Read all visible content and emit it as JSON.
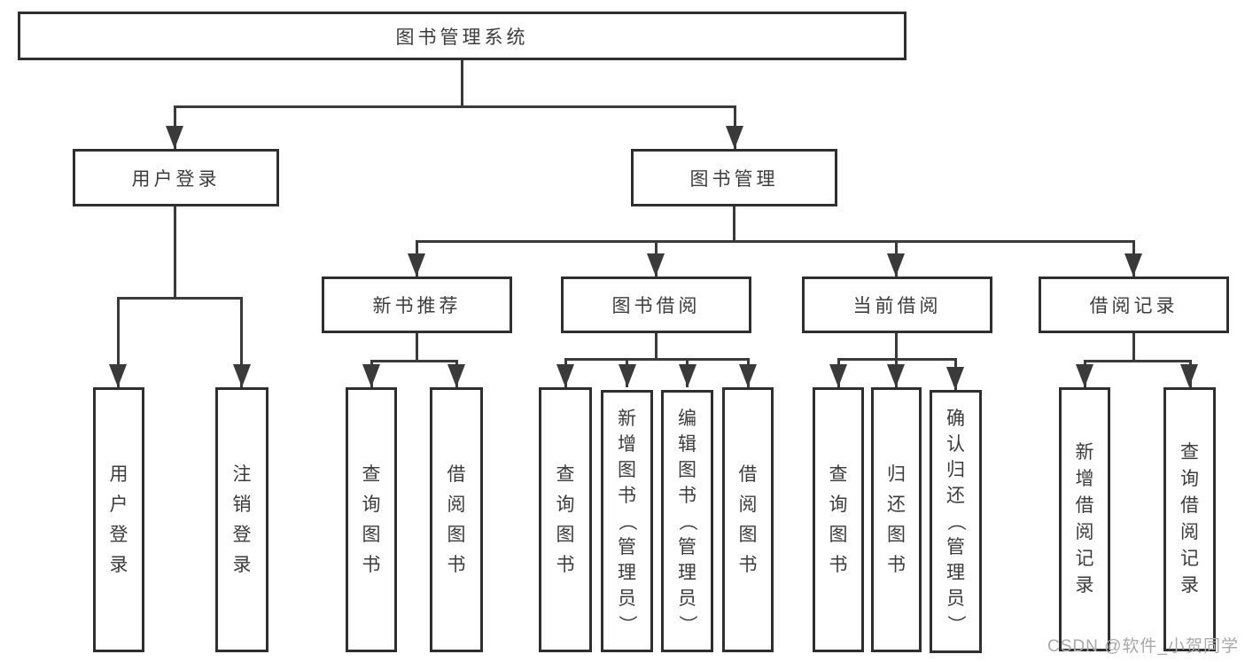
{
  "tree": {
    "root": {
      "label": "图书管理系统"
    },
    "branches": [
      {
        "label": "用户登录",
        "children": [
          {
            "label": "用户登录"
          },
          {
            "label": "注销登录"
          }
        ]
      },
      {
        "label": "图书管理",
        "children": [
          {
            "label": "新书推荐",
            "children": [
              {
                "label": "查询图书"
              },
              {
                "label": "借阅图书"
              }
            ]
          },
          {
            "label": "图书借阅",
            "children": [
              {
                "label": "查询图书"
              },
              {
                "label": "新增图书（管理员）"
              },
              {
                "label": "编辑图书（管理员）"
              },
              {
                "label": "借阅图书"
              }
            ]
          },
          {
            "label": "当前借阅",
            "children": [
              {
                "label": "查询图书"
              },
              {
                "label": "归还图书"
              },
              {
                "label": "确认归还（管理员）"
              }
            ]
          },
          {
            "label": "借阅记录",
            "children": [
              {
                "label": "新增借阅记录"
              },
              {
                "label": "查询借阅记录"
              }
            ]
          }
        ]
      }
    ]
  },
  "watermark": {
    "text": "CSDN @软件_小贺同学"
  },
  "colors": {
    "bg": "#ffffff",
    "line": "#3a3a3a",
    "border": "#2f2f2f",
    "text": "#3c3c3c",
    "watermark": "#a9a9a9"
  }
}
